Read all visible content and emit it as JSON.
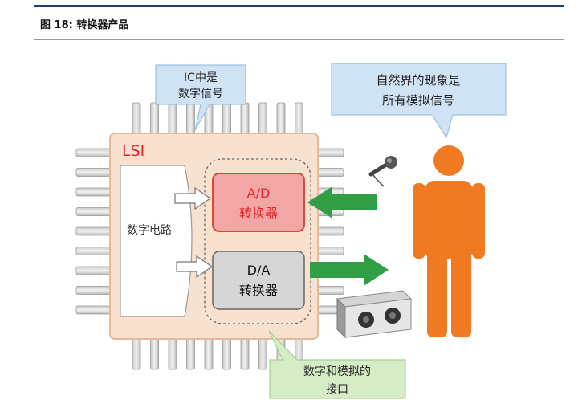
{
  "header": {
    "title": "图 18: 转换器产品"
  },
  "diagram": {
    "chip_label": "LSI",
    "digital_circuit_label": "数字电路",
    "ad_converter": {
      "line1": "A/D",
      "line2": "转换器"
    },
    "da_converter": {
      "line1": "D/A",
      "line2": "转换器"
    },
    "callout_ic": {
      "line1": "IC中是",
      "line2": "数字信号"
    },
    "callout_nature": {
      "line1": "自然界的现象是",
      "line2": "所有模拟信号"
    },
    "callout_interface": {
      "line1": "数字和模拟的",
      "line2": "接口"
    }
  },
  "colors": {
    "chip_fill": "#f8e2cf",
    "chip_border": "#e9b995",
    "ad_fill": "#f2a6a6",
    "ad_border": "#d9473d",
    "da_fill": "#d6d6d6",
    "green_arrow": "#2f9e44",
    "person": "#f07a22",
    "callout_blue": "#cfe3f4",
    "callout_green": "#d6ecc4"
  }
}
